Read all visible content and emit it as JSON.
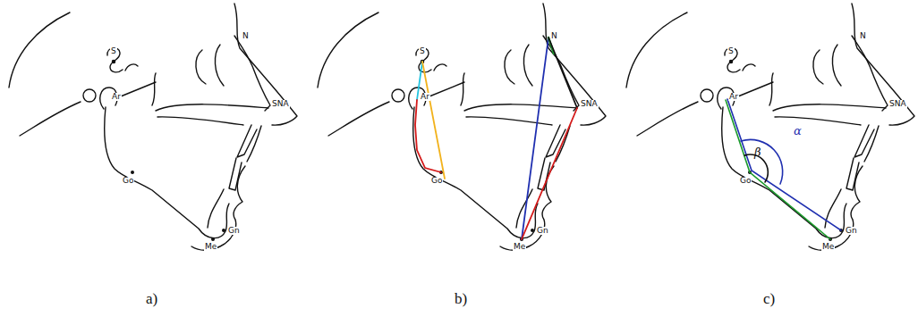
{
  "diagram": {
    "labels": [
      "S",
      "N",
      "Ar",
      "SNA",
      "Go",
      "Gn",
      "Me",
      "a)",
      "S",
      "N",
      "Ar",
      "SNA",
      "Go",
      "Gn",
      "Me",
      "b)",
      "S",
      "N",
      "Ar",
      "SNA",
      "α",
      "β",
      "Go",
      "Gn",
      "Me",
      "c)"
    ]
  }
}
